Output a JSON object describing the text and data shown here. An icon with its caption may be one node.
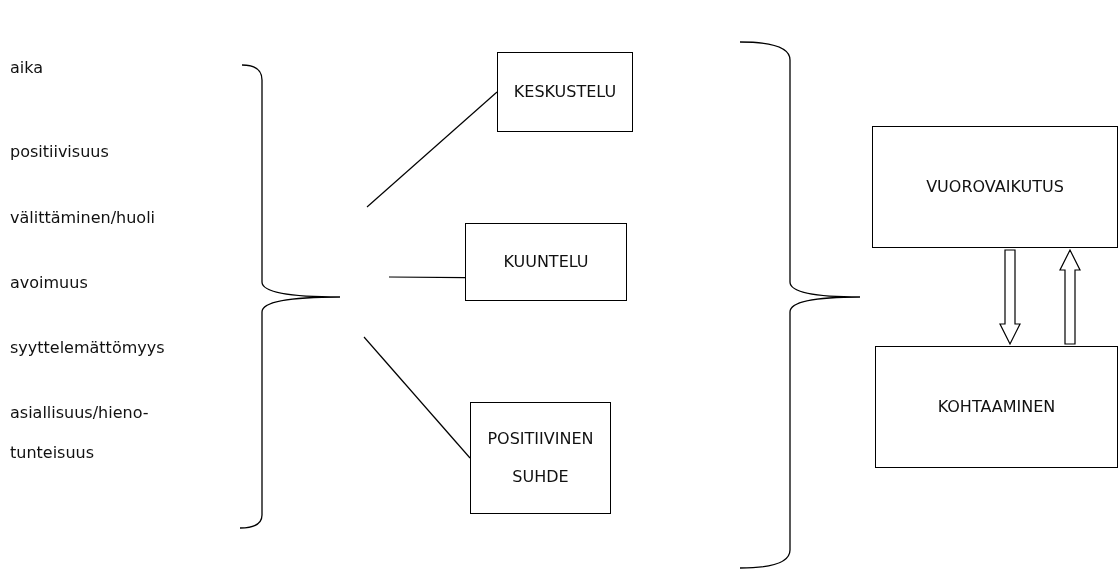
{
  "diagram": {
    "nodes": [
      {
        "text": [
          "KESKUSTELU"
        ]
      },
      {
        "text": [
          "KUUNTELU"
        ]
      },
      {
        "text": [
          "POSITIIVINEN SUHDE"
        ]
      },
      {
        "text": [
          "VUOROVAIKUTUS"
        ]
      },
      {
        "text": [
          "KOHTAAMINEN"
        ]
      }
    ],
    "edges": [
      {
        "from": null,
        "to": 0,
        "arrow": "none"
      },
      {
        "from": null,
        "to": 1,
        "arrow": "none"
      },
      {
        "from": null,
        "to": 2,
        "arrow": "none"
      },
      {
        "from": 3,
        "to": 4,
        "arrow": "to"
      },
      {
        "from": 4,
        "to": 3,
        "arrow": "to"
      }
    ],
    "labels": [
      "aika",
      "positiivisuus",
      "välittäminen/huoli",
      "avoimuus",
      "syyttelemättömyys",
      "asiallisuus/hieno- tunteisuus"
    ]
  }
}
